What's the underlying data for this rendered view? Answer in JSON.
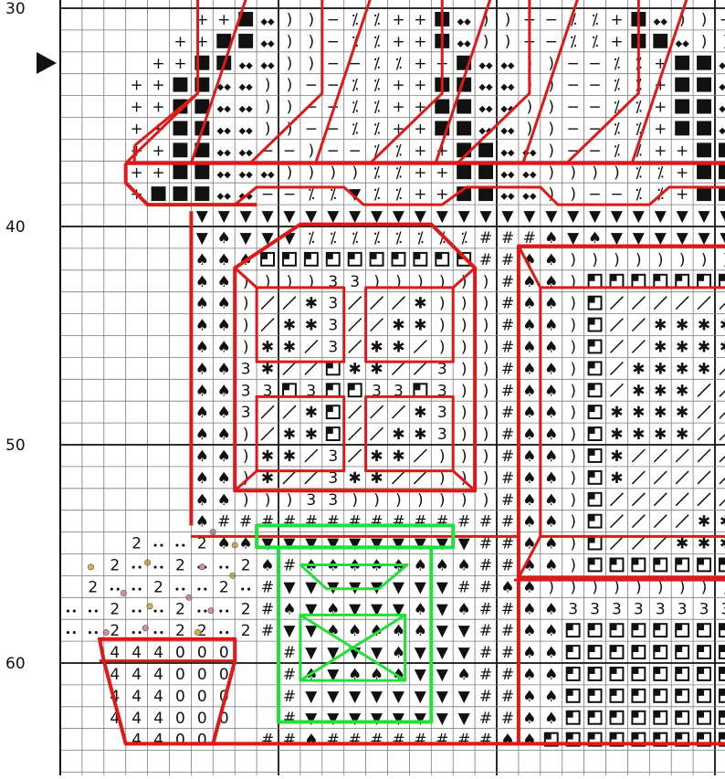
{
  "row_labels": [
    "30",
    "40",
    "50",
    "60"
  ],
  "marker_row": 32,
  "colors": {
    "grid_minor": "#7a7a7a",
    "grid_major": "#111111",
    "outline_red": "#e01818",
    "outline_green": "#22e03a",
    "dot_pink": "#d98aa8",
    "dot_gold": "#d4b24a"
  },
  "symbol_legend": {
    "P": "+",
    "B": "■",
    "D": "⬥⬥",
    "C": ")",
    "M": "−",
    "O": "⁒",
    "T": "▼",
    "S": "♠",
    "H": "#",
    "W": "◪",
    "X": "✱",
    "L": "╱",
    "3": "3",
    "4": "4",
    "0": "0",
    "2": "2",
    "E": "∙∙"
  },
  "pattern_rows": [
    {
      "row": 30,
      "pattern": "......PPBDCCMOOPPBDCCMMOOPBDCCMMOOPBDCCMMO"
    },
    {
      "row": 31,
      "pattern": ".....PPBBDCCMOOPPBDCCMMOOPBBDCCMMOOPBBDCC"
    },
    {
      "row": 32,
      "pattern": "....PPBBDDCCMMOOPPBDDCCMMOOPBBDDCCMMOOPBB"
    },
    {
      "row": 33,
      "pattern": "...PPBBDDCCMMOOPPBBDDCCMMOOPBBDDCCMMOOPBB"
    },
    {
      "row": 34,
      "pattern": "...PPBBDDCCMMOOPPBBDDCCMMOOPBBDDCCMMOOPBB"
    },
    {
      "row": 35,
      "pattern": "...PPBBDDCCMMOOPPBBDDCCMMOOPBBDDCCMMOOPBB"
    },
    {
      "row": 36,
      "pattern": "...PPBBDDMMCMMOOPPBBDDCMMOOPPBBDDCMMOOPBB"
    },
    {
      "row": 37,
      "pattern": "...PPBBDDDCCCCOOPPBBDDCCCCOOPBBDDCCCCOOPBB"
    },
    {
      "row": 38,
      "pattern": "...PBBBDDMMOOTOOPPBBDDCCMMOOPBBDDCCMMOOPBB"
    },
    {
      "row": 39,
      "pattern": "......TTTTTTTTTTTTTTTTTTTTTTTTTTTTTTTTTTTT"
    },
    {
      "row": 40,
      "pattern": "......TSTTTOOOOOOOOHHHSTSTTTTTTTTTTTTTTTTT"
    },
    {
      "row": 41,
      "pattern": "......SSSWWWWWWWWWWHHSSCCCCCCCCCCCCCCCCCCC"
    },
    {
      "row": 42,
      "pattern": "......SSCCCC33CCCCCCHSSCWWWWWWWWWWWWWWWWWW"
    },
    {
      "row": 43,
      "pattern": "......SSCLLX3LLLXCCCHSSCWLLLLLLLXXXXXXXXXX"
    },
    {
      "row": 44,
      "pattern": "......SSCLXX3LLXXCCCHSSCWLLXXXXLLXXXXXXXXX"
    },
    {
      "row": 45,
      "pattern": "......SSCXXL3LXXLCCCHSSCWLLXXXXLLXXXXXXXXX"
    },
    {
      "row": 46,
      "pattern": "......SS3XLLWXXLL3CCHSSCWLXXXXLLLXXXXXXXXX"
    },
    {
      "row": 47,
      "pattern": "......SS33W3WW33W3CCHSSCWLXXXLLLLXXXXXXXXX"
    },
    {
      "row": 48,
      "pattern": "......SS3LLXWLLLX3CCHSSCWXXXXLLLLXXXXXXXXX"
    },
    {
      "row": 49,
      "pattern": "......SSCLXXWLLXX3CCHSSCWXXXXLLLLLXXXXXXXXX"
    },
    {
      "row": 50,
      "pattern": "......SSCXXL3LXXLCCCHSSCWXLLLLLLLXXXXXXXXX"
    },
    {
      "row": 51,
      "pattern": "......SSCXLL3XXLLCCCHSSCWXLLLLLLXXXXXXXXXXX"
    },
    {
      "row": 52,
      "pattern": "......SSCCC33CCCCCCCHSSCWLLLLLLXXXXXXXXXXXX"
    },
    {
      "row": 53,
      "pattern": "......SHHHHHHHHHHHHHHSSCWLLLLXXXXXXXXXXXXXX"
    },
    {
      "row": 54,
      "pattern": "...2EE2SSTTTTTTTTTTHHSSCWLLLXXXXXXXXXXXXXXX"
    },
    {
      "row": 55,
      "pattern": "..2EE2EE2SHSSSSSSSSHHSSCWWWWWWWWWWWWWWWWWW"
    },
    {
      "row": 56,
      "pattern": ".2EE2EE2EHTTTTTTTTHHSSCCCCCCCCCCCCCCCCCCCC"
    },
    {
      "row": 57,
      "pattern": "EE2EE2EE2HSTSTTTSTSHHSS3333333333333333333"
    },
    {
      "row": 58,
      "pattern": "EE2EE22E2HTTSSSSSTTHHSSWWWWWWWWWWWWWWWWWWW"
    },
    {
      "row": 59,
      "pattern": "..444000..HTTTTSTTTHHSSWWWWWWWWWWWWWWWWWWW"
    },
    {
      "row": 60,
      "pattern": "..444000..HSTSSSTTSHHSSWWWWWWWWWWWWWWWWWWW"
    },
    {
      "row": 61,
      "pattern": "..444000..HTTTTTTTTHHSSWWWWWWWWWWWWWWWWWWW"
    },
    {
      "row": 62,
      "pattern": "..444000..HTTTTTTTTHHSSWWWWWWWWWWWWWWWWWWW"
    },
    {
      "row": 63,
      "pattern": "...4400..HHSHHHHHHHHSSWWWWWWWWWWWWWWWWWWWW"
    },
    {
      "row": 64,
      "pattern": "........................................."
    }
  ]
}
